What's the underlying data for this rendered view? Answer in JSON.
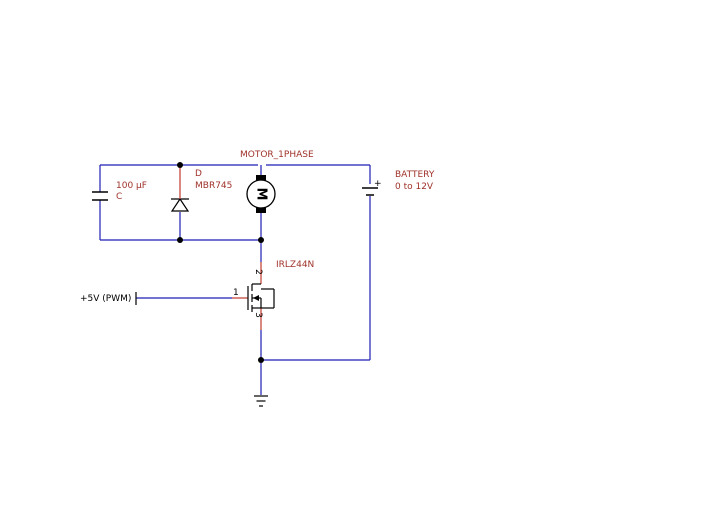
{
  "colors": {
    "wire": "#1f1fb4",
    "component": "#000000",
    "label": "#a0322a",
    "lead": "#c0392b"
  },
  "capacitor": {
    "value": "100 µF",
    "ref": "C"
  },
  "diode": {
    "ref": "D",
    "part": "MBR745"
  },
  "motor": {
    "name": "MOTOR_1PHASE",
    "symbol": "M"
  },
  "battery": {
    "name": "BATTERY",
    "voltage": "0 to 12V",
    "polarity": "+"
  },
  "mosfet": {
    "part": "IRLZ44N",
    "pin_gate": "1",
    "pin_drain": "2",
    "pin_source": "3"
  },
  "input": {
    "label": "+5V (PWM)"
  }
}
